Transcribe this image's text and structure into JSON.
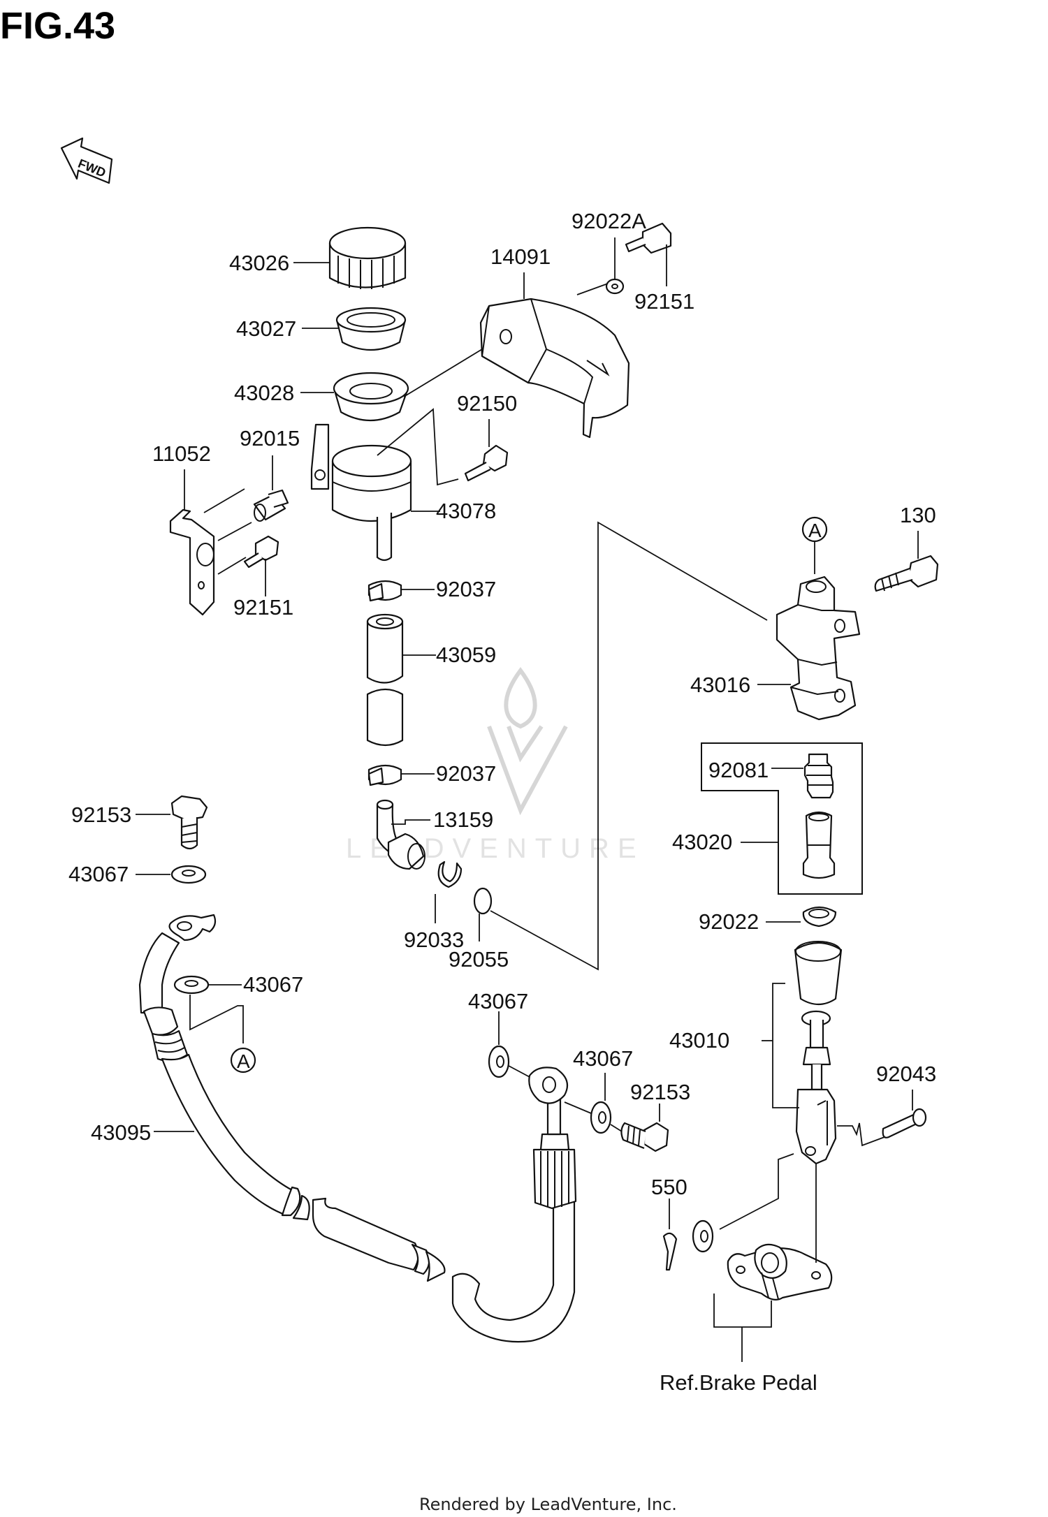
{
  "figure_title": "FIG.43",
  "direction_marker": "FWD",
  "reference_label": "Ref.Brake Pedal",
  "callout_letter": "A",
  "watermark_text": "LEADVENTURE",
  "footer": "Rendered by LeadVenture, Inc.",
  "part_numbers": {
    "cap": "43026",
    "plate": "43027",
    "diaphragm": "43028",
    "cover": "14091",
    "washer_top": "92022A",
    "bolt_top": "92151",
    "bolt_reservoir": "92150",
    "grommet": "92015",
    "bracket": "11052",
    "reservoir": "43078",
    "bolt_bracket": "92151",
    "clamp_upper": "92037",
    "hose": "43059",
    "clamp_lower": "92037",
    "fitting": "13159",
    "circlip_small": "92033",
    "oring": "92055",
    "bolt_130": "130",
    "master_cylinder": "43016",
    "spring": "92081",
    "piston_kit": "43020",
    "circlip_rod": "92022",
    "push_rod_kit": "43010",
    "pin": "92043",
    "banjo_bolt_left": "92153",
    "washer_1": "43067",
    "washer_2": "43067",
    "brake_hose": "43095",
    "washer_3": "43067",
    "washer_4": "43067",
    "banjo_bolt_right": "92153",
    "cotter_pin": "550"
  }
}
